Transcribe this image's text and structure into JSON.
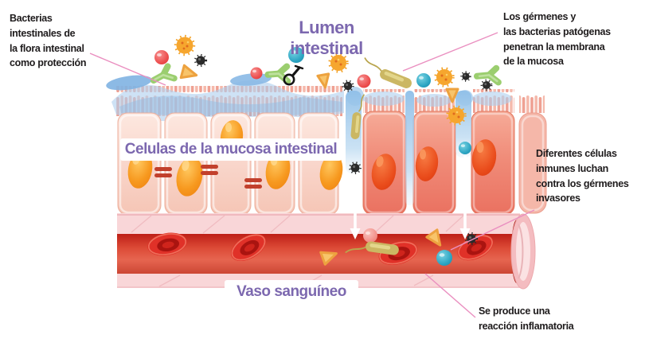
{
  "title": "Lumen intestinal",
  "labels": {
    "flora": "Bacterias\nintestinales de\nla flora intestinal\ncomo protección",
    "pathogens": "Los gérmenes y\nlas bacterias patógenas\npenetran la membrana\nde la mucosa",
    "mucosa_cells": "Celulas de la mucosa intestinal",
    "immune": "Diferentes células\ninmunes luchan\ncontra los gérmenes\ninvasores",
    "vessel": "Vaso sanguíneo",
    "inflammation": "Se produce una\nreacción inflamatoria"
  },
  "colors": {
    "accent_purple": "#7c68af",
    "text_black": "#1e1b1c",
    "leader_pink": "#ea8fc0",
    "cell_pink": "#f9d6cb",
    "cell_inflamed": "#ef8b79",
    "nucleus_orange": "#f6941e",
    "nucleus_red": "#e8481d",
    "tight_junction_red": "#c2402c",
    "mucus_blue": "#a9cdec",
    "vessel_red": "#d93a2b",
    "vessel_wall_pink": "#f8d2d4",
    "microbe_orange": "#f6a62e",
    "microbe_teal": "#1f93b4",
    "microbe_green": "#9bce6f",
    "microbe_olive": "#cbb763",
    "microbe_black": "#2a2a2a",
    "triangle_yellow": "#f8c46a"
  },
  "icon_legend": {
    "protective_flora": [
      "green-branched-bacterium-icon",
      "blue-mucus-blob-icon"
    ],
    "pathogens": [
      "orange-spiky-microbe-icon",
      "black-spiky-microbe-icon",
      "red-sphere-microbe-icon",
      "olive-flagellated-bacterium-icon",
      "yellow-triangle-particle-icon"
    ],
    "immune_cell": "teal-sphere-cell-icon",
    "blood": "red-blood-cell-icon",
    "penetration": "white-down-arrow-icon",
    "inspect": "magnifier-icon"
  }
}
